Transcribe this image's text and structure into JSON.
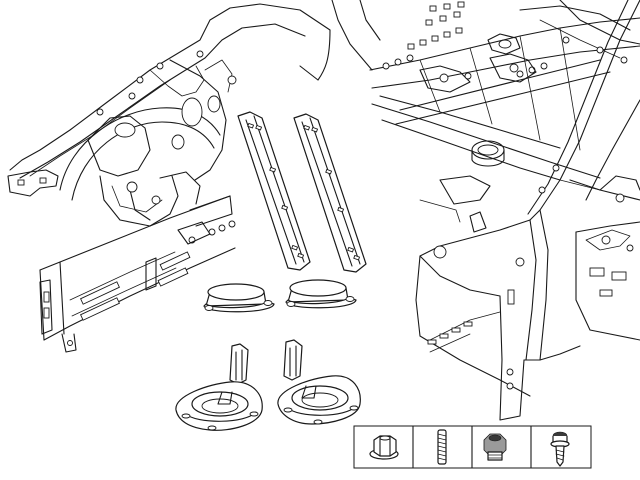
{
  "diagram": {
    "parts": [
      {
        "id": "front-wheelhouse-body-section",
        "kind": "body-structure"
      },
      {
        "id": "rear-floor-body-section",
        "kind": "body-structure"
      },
      {
        "id": "reinforcement-rail-left",
        "kind": "part"
      },
      {
        "id": "reinforcement-rail-right",
        "kind": "part"
      },
      {
        "id": "spring-seat-cap-left",
        "kind": "part"
      },
      {
        "id": "spring-seat-cap-right",
        "kind": "part"
      },
      {
        "id": "suspension-mount-bracket-left",
        "kind": "part"
      },
      {
        "id": "suspension-mount-bracket-right",
        "kind": "part"
      }
    ],
    "hardware": [
      {
        "id": "flange-nut",
        "icon": "flange-nut-icon"
      },
      {
        "id": "stud-bolt",
        "icon": "stud-bolt-icon"
      },
      {
        "id": "weld-nut",
        "icon": "weld-nut-icon"
      },
      {
        "id": "screw-with-washer",
        "icon": "screw-icon"
      }
    ],
    "colors": {
      "line": "#1a1a1a",
      "background": "#ffffff"
    }
  }
}
